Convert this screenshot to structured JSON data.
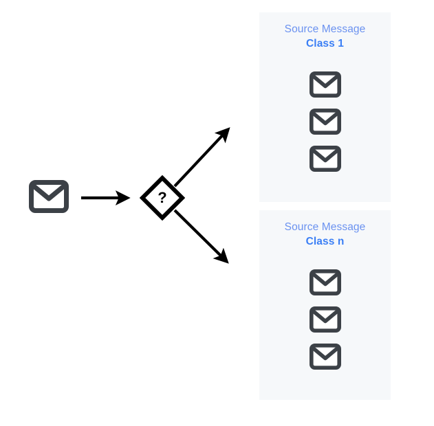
{
  "diagram": {
    "type": "message-classification-flow",
    "background_color": "#ffffff",
    "source": {
      "icon": "envelope-icon",
      "label": "",
      "color": "#3c4147"
    },
    "flow_arrow": {
      "icon": "arrow-right-icon",
      "color": "#000000"
    },
    "decision": {
      "icon": "diamond-decision-icon",
      "symbol": "?",
      "stroke_color": "#000000",
      "fill_color": "#ffffff"
    },
    "branch_arrows": [
      {
        "icon": "arrow-up-right-icon",
        "color": "#000000"
      },
      {
        "icon": "arrow-down-right-icon",
        "color": "#000000"
      }
    ],
    "panels": [
      {
        "title": "Source Message",
        "subtitle": "Class 1",
        "background_color": "#f6f8fa",
        "title_color": "#6b92f0",
        "subtitle_color": "#3b7ff5",
        "messages": [
          {
            "icon": "envelope-icon"
          },
          {
            "icon": "envelope-icon"
          },
          {
            "icon": "envelope-icon"
          }
        ]
      },
      {
        "title": "Source Message",
        "subtitle": "Class n",
        "background_color": "#f6f8fa",
        "title_color": "#6b92f0",
        "subtitle_color": "#3b7ff5",
        "messages": [
          {
            "icon": "envelope-icon"
          },
          {
            "icon": "envelope-icon"
          },
          {
            "icon": "envelope-icon"
          }
        ]
      }
    ]
  }
}
